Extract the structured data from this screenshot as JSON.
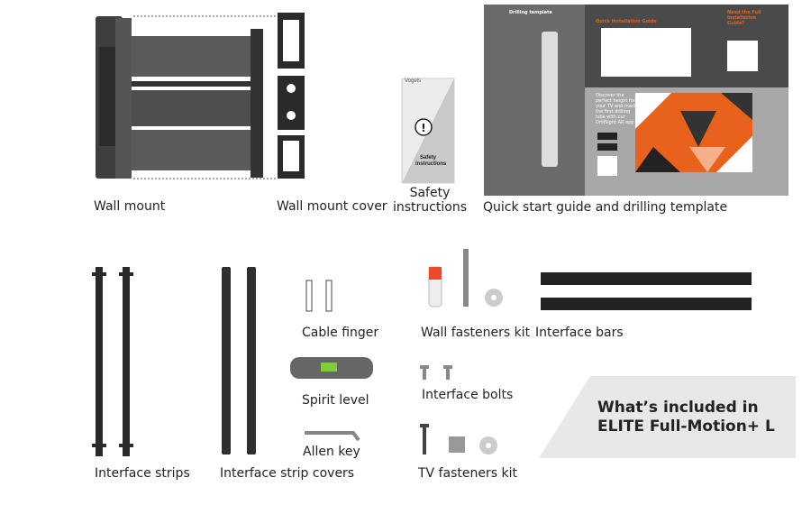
{
  "labels": {
    "wall_mount": "Wall mount",
    "wall_mount_cover": "Wall mount cover",
    "safety_instructions_1": "Safety",
    "safety_instructions_2": "instructions",
    "quick_start": "Quick start guide and drilling template",
    "cable_finger": "Cable finger",
    "spirit_level": "Spirit level",
    "allen_key": "Allen key",
    "wall_fasteners": "Wall fasteners kit",
    "interface_bars": "Interface bars",
    "interface_bolts": "Interface bolts",
    "tv_fasteners": "TV fasteners kit",
    "interface_strips": "Interface strips",
    "interface_strip_covers": "Interface strip covers"
  },
  "booklet": {
    "brand": "Vogels",
    "title_1": "Safety",
    "title_2": "instructions"
  },
  "guide": {
    "drilling_template": "Drilling template",
    "quick_installation": "Quick Installation Guide",
    "need_full_1": "Need the Full",
    "need_full_2": "Installation",
    "need_full_3": "Guide?",
    "discover": "Discover the perfect height for your TV and mark the first drilling hole with our DrillSight AR app."
  },
  "banner": {
    "line1": "What’s included in",
    "line2": "ELITE Full-Motion+ L"
  },
  "colors": {
    "dark_metal": "#3c3c3c",
    "orange": "#e8621d",
    "guide_gray": "#b9b9b9",
    "guide_dark": "#4a4a4a",
    "banner_gray": "#e8e8e8"
  }
}
